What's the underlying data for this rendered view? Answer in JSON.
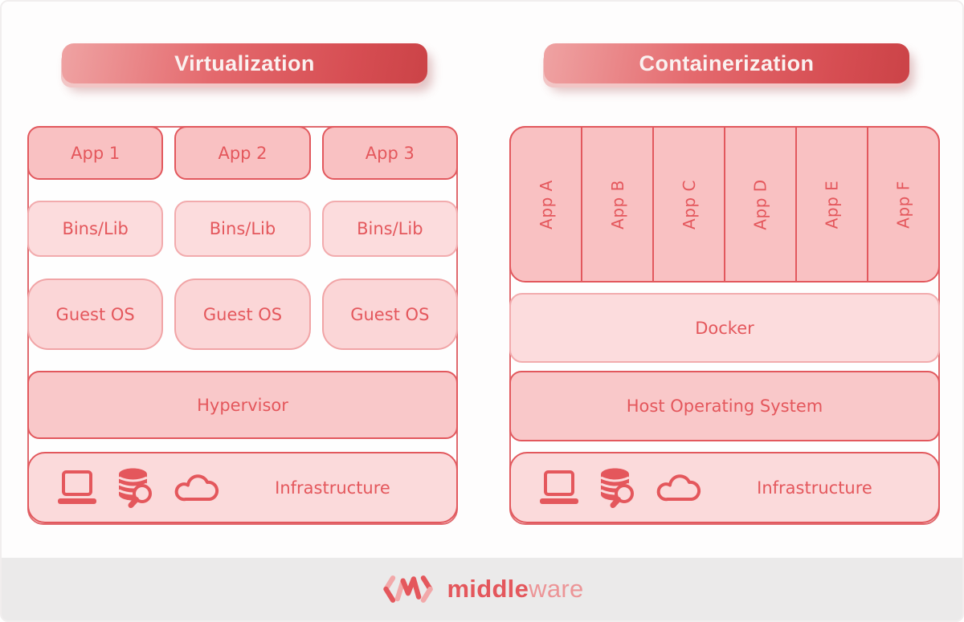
{
  "left": {
    "banner": "Virtualization",
    "apps": [
      "App 1",
      "App 2",
      "App 3"
    ],
    "bins": [
      "Bins/Lib",
      "Bins/Lib",
      "Bins/Lib"
    ],
    "guest": [
      "Guest OS",
      "Guest OS",
      "Guest OS"
    ],
    "hypervisor": "Hypervisor",
    "infrastructure": "Infrastructure"
  },
  "right": {
    "banner": "Containerization",
    "apps": [
      "App A",
      "App B",
      "App C",
      "App D",
      "App E",
      "App F"
    ],
    "docker": "Docker",
    "host_os": "Host Operating System",
    "infrastructure": "Infrastructure"
  },
  "footer": {
    "brand_bold": "middle",
    "brand_light": "ware"
  },
  "icons": {
    "infrastructure": [
      "laptop-icon",
      "database-search-icon",
      "cloud-icon"
    ],
    "brand_mark": "angle-brackets-zigzag-icon"
  },
  "colors": {
    "accent_red": "#e4575c",
    "border_red": "#e2585d",
    "border_light_pink": "#f2abad",
    "fill_dark_pink": "#f9c1c2",
    "fill_medium_pink": "#f9c8c9",
    "fill_light_pink": "#fcdcdd",
    "banner_gradient_start": "#efa3a3",
    "banner_gradient_end": "#cb4347",
    "footer_gray": "#ebeaea",
    "panel_border": "#e0696e",
    "brand_light_red": "#ec9597"
  }
}
